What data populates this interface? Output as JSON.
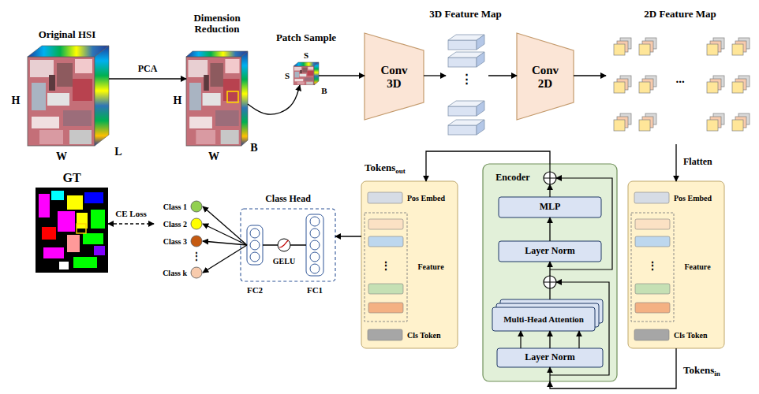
{
  "diagram": {
    "nodes": [
      {
        "text": [
          "Original HSI"
        ]
      },
      {
        "text": [
          "Dimension Reduction"
        ]
      },
      {
        "text": [
          "Patch Sample"
        ]
      },
      {
        "text": [
          "Conv 3D"
        ]
      },
      {
        "text": [
          "3D Feature Map"
        ]
      },
      {
        "text": [
          "Conv 2D"
        ]
      },
      {
        "text": [
          "2D Feature Map"
        ]
      },
      {
        "text": [
          "Feature"
        ]
      },
      {
        "text": [
          "Pos Embed"
        ],
        "in": 7
      },
      {
        "text": [
          "Cls Token"
        ],
        "in": 7
      },
      {
        "text": [
          "Encoder"
        ]
      },
      {
        "text": [
          "MLP"
        ],
        "in": 10
      },
      {
        "text": [
          "Layer Norm"
        ],
        "in": 10
      },
      {
        "text": [
          "Multi-Head Attention"
        ],
        "in": 10
      },
      {
        "text": [
          "Layer Norm"
        ],
        "in": 10
      },
      {
        "text": [
          "Feature"
        ]
      },
      {
        "text": [
          "Pos Embed"
        ],
        "in": 15
      },
      {
        "text": [
          "Cls Token"
        ],
        "in": 15
      },
      {
        "text": [
          "Class Head"
        ]
      },
      {
        "text": [
          "FC1"
        ],
        "in": 18
      },
      {
        "text": [
          "FC2"
        ],
        "in": 18
      },
      {
        "text": [
          "Class 1"
        ]
      },
      {
        "text": [
          "Class 2"
        ]
      },
      {
        "text": [
          "Class 3"
        ]
      },
      {
        "text": [
          "Class k"
        ]
      },
      {
        "text": [
          "GT"
        ]
      }
    ],
    "edges": [
      {
        "from": 0,
        "to": 1,
        "arrow": "to",
        "label": "PCA"
      },
      {
        "from": 1,
        "to": 2,
        "arrow": "to"
      },
      {
        "from": 2,
        "to": 3,
        "arrow": "to"
      },
      {
        "from": 3,
        "to": 4,
        "arrow": "to"
      },
      {
        "from": 4,
        "to": 5,
        "arrow": "to"
      },
      {
        "from": 5,
        "to": 6,
        "arrow": "to"
      },
      {
        "from": 6,
        "to": 7,
        "arrow": "to",
        "label": "Flatten"
      },
      {
        "from": 7,
        "to": 10,
        "arrow": "to"
      },
      {
        "from": 14,
        "to": 13,
        "arrow": "to"
      },
      {
        "from": 13,
        "to": 12,
        "arrow": "to"
      },
      {
        "from": 12,
        "to": 11,
        "arrow": "to"
      },
      {
        "from": 10,
        "to": 15,
        "arrow": "to"
      },
      {
        "from": 15,
        "to": 18,
        "arrow": "to"
      },
      {
        "from": 19,
        "to": 20,
        "arrow": "none",
        "label": "GELU"
      },
      {
        "from": 20,
        "to": 21,
        "arrow": "to"
      },
      {
        "from": 20,
        "to": 22,
        "arrow": "to"
      },
      {
        "from": 20,
        "to": 23,
        "arrow": "to"
      },
      {
        "from": 20,
        "to": 24,
        "arrow": "to"
      },
      {
        "from": 25,
        "to": 22,
        "arrow": "both",
        "label": "CE Loss"
      }
    ],
    "labels": [
      "H",
      "W",
      "L",
      "H",
      "W",
      "B",
      "S",
      "S",
      "B",
      "⋮",
      "...",
      "⋮",
      "Tokens",
      "in",
      "⋮",
      "Tokens",
      "out",
      "⋮"
    ]
  }
}
